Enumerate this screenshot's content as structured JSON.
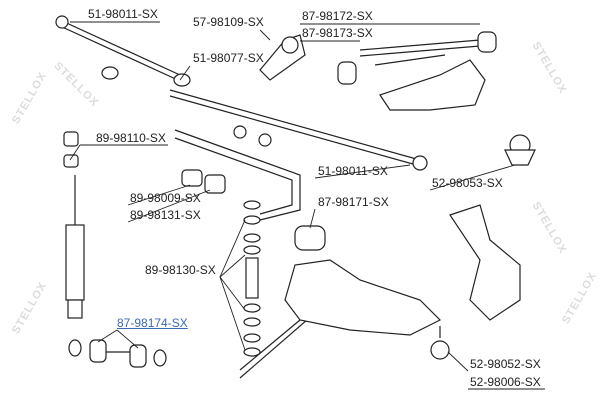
{
  "watermark": "STELLOX",
  "labels": [
    {
      "text": "51-98011-SX"
    },
    {
      "text": "57-98109-SX"
    },
    {
      "text": "87-98172-SX"
    },
    {
      "text": "87-98173-SX"
    },
    {
      "text": "51-98077-SX"
    },
    {
      "text": "89-98110-SX"
    },
    {
      "text": "51-98011-SX"
    },
    {
      "text": "52-98053-SX"
    },
    {
      "text": "89-98009-SX"
    },
    {
      "text": "89-98131-SX"
    },
    {
      "text": "87-98171-SX"
    },
    {
      "text": "89-98130-SX"
    },
    {
      "text": "87-98174-SX"
    },
    {
      "text": "52-98052-SX"
    },
    {
      "text": "52-98006-SX"
    }
  ],
  "colors": {
    "highlight": "#3a6bb5",
    "line": "#222222"
  }
}
